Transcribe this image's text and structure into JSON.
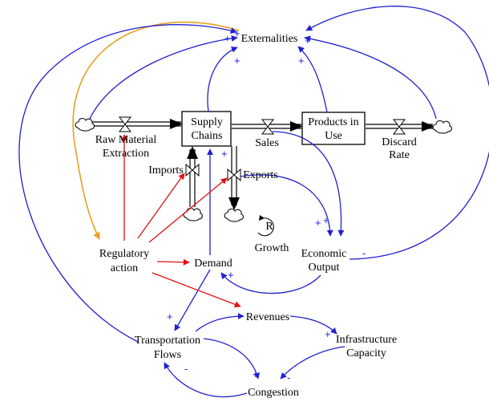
{
  "stocks": {
    "supply_chains": [
      "Supply",
      "Chains"
    ],
    "products_in_use": [
      "Products in",
      "Use"
    ]
  },
  "flows": {
    "raw_material_extraction": [
      "Raw Material",
      "Extraction"
    ],
    "sales": "Sales",
    "discard_rate": [
      "Discard",
      "Rate"
    ],
    "imports": "Imports",
    "exports": "Exports"
  },
  "variables": {
    "externalities": "Externalities",
    "regulatory_action": [
      "Regulatory",
      "action"
    ],
    "demand": "Demand",
    "economic_output": [
      "Economic",
      "Output"
    ],
    "revenues": "Revenues",
    "transportation_flows": [
      "Transportation",
      "Flows"
    ],
    "infrastructure_capacity": [
      "Infrastructure",
      "Capacity"
    ],
    "congestion": "Congestion"
  },
  "loop": {
    "letter": "R",
    "name": "Growth"
  },
  "polarity": {
    "ext_left": "+",
    "ext_left2": "+",
    "ext_sc": "+",
    "ext_piu": "+",
    "ext_right": "+",
    "sales_eo": "+",
    "sales_eo2": "+",
    "eo_ext": "-",
    "sc_demand": "+",
    "eo_demand": "+",
    "tf_demand": "+",
    "tf_congestion": "-",
    "cong_tf": "+",
    "ic_revenues": "+",
    "ic_congestion": "-"
  },
  "colors": {
    "causal": "#2020d0",
    "regulatory": "#e01010",
    "feedback": "#e8a020",
    "flow": "#000000"
  }
}
